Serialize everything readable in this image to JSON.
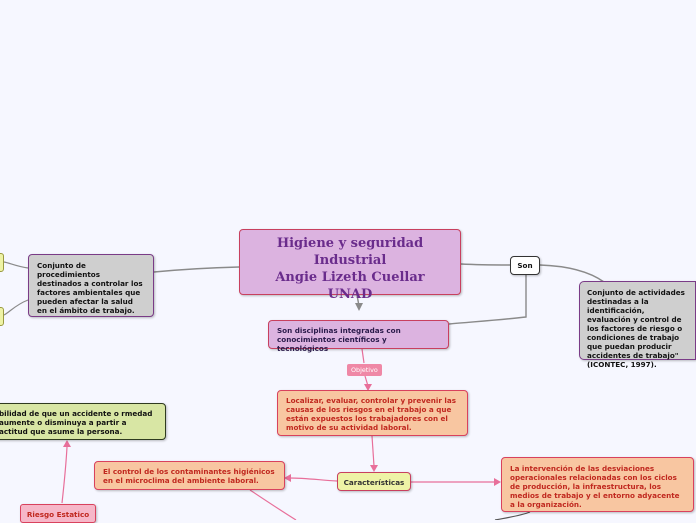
{
  "central": {
    "line1": "Higiene y seguridad Industrial",
    "line2": "Angie Lizeth Cuellar",
    "line3": "UNAD"
  },
  "left_definition": "Conjunto de procedimientos destinados a controlar los factores ambientales que pueden afectar la salud en el ámbito de trabajo.",
  "son_label": "Son",
  "right_definition": "Conjunto de actividades destinadas a la identificación, evaluación y control de los factores de riesgo o condiciones de trabajo que puedan producir accidentes de trabajo\" (ICONTEC, 1997).",
  "disciplinas": "Son disciplinas integradas con conocimientos científicos y tecnológicos",
  "objetivo_label": "Objetivo",
  "objetivo_text": "Localizar, evaluar, controlar y prevenir las causas de los riesgos en el trabajo a que están expuestos los trabajadores con el motivo de su actividad laboral.",
  "caracteristicas_label": "Características",
  "contaminantes": "El control de los contaminantes higiénicos en el microclima del ambiente laboral.",
  "intervencion": "La intervención de las desviaciones operacionales relacionadas con los ciclos de producción, la infraestructura, los medios de trabajo y el entorno adyacente a la organización.",
  "probabilidad": "bilidad de que un accidente o rmedad aumente o disminuya a partir a actitud que asume la persona.",
  "riesgo_estatico": "Riesgo Estatico",
  "colors": {
    "central_fill": "#dcb3e0",
    "orange_fill": "#f8c6a1",
    "pink_line": "#e86f9a",
    "gray_line": "#8a8a8a",
    "title_text": "#6a2c8c"
  }
}
